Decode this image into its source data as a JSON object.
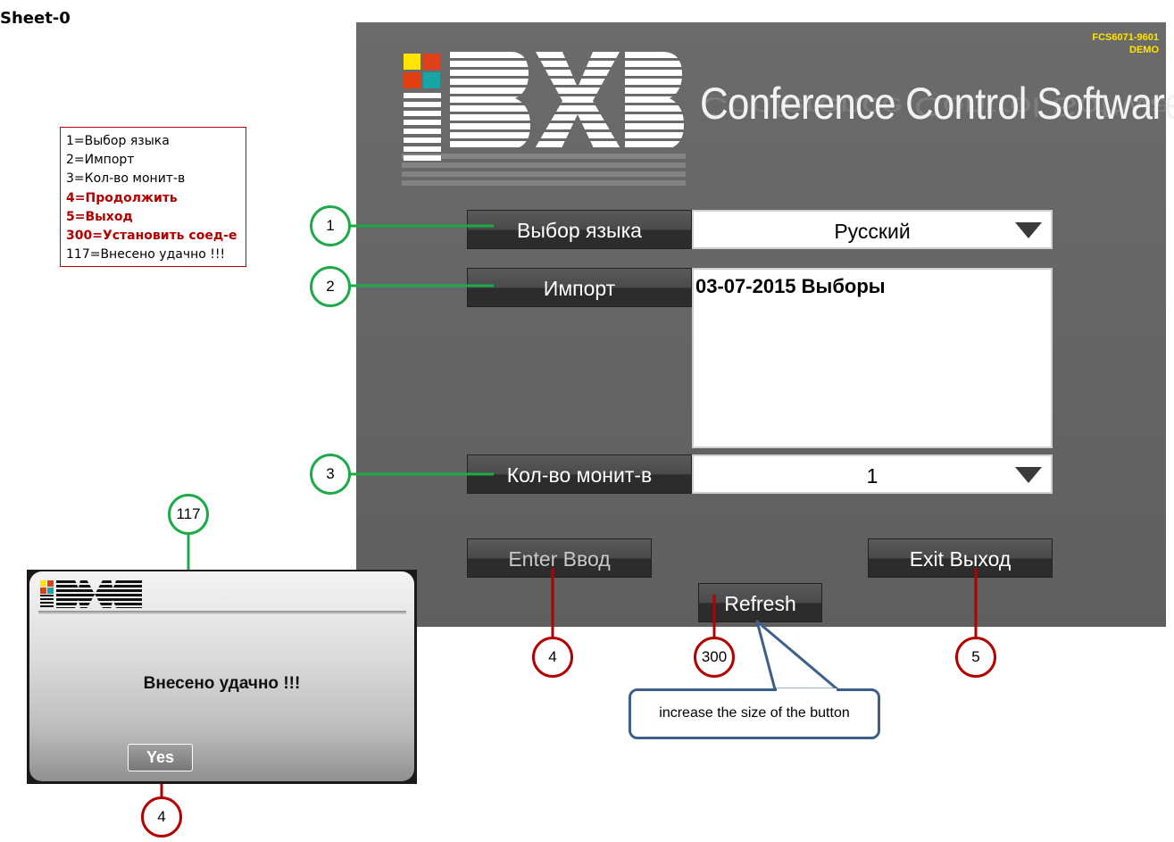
{
  "sheet": {
    "title": "Sheet-0"
  },
  "legend": {
    "items": [
      {
        "text": "1=Выбор языка",
        "emphasis": false
      },
      {
        "text": "2=Импорт",
        "emphasis": false
      },
      {
        "text": "3=Кол-во монит-в",
        "emphasis": false
      },
      {
        "text": "4=Продолжить",
        "emphasis": true
      },
      {
        "text": "5=Выход",
        "emphasis": true
      },
      {
        "text": "300=Установить соед-е",
        "emphasis": true
      },
      {
        "text": "117=Внесено удачно !!!",
        "emphasis": false
      }
    ],
    "emphasis_color": "#b00000"
  },
  "app": {
    "serial": "FCS6071-9601",
    "mode": "DEMO",
    "title": "Conference Control Software",
    "logo_colors": [
      "#ffe400",
      "#e0401a",
      "#e04010",
      "#19a4a4"
    ],
    "language_button": "Выбор языка",
    "language_value": "Русский",
    "import_button": "Импорт",
    "import_value": "03-07-2015 Выборы",
    "monitors_button": "Кол-во монит-в",
    "monitors_value": "1",
    "enter_button": "Enter Ввод",
    "exit_button": "Exit Выход",
    "refresh_button": "Refresh"
  },
  "markers": {
    "m1": "1",
    "m2": "2",
    "m3": "3",
    "m117": "117",
    "m4_enter": "4",
    "m300": "300",
    "m5": "5",
    "m4_yes": "4"
  },
  "dialog": {
    "message": "Внесено удачно !!!",
    "yes_button": "Yes"
  },
  "callout": {
    "text": "increase the size of the button"
  }
}
